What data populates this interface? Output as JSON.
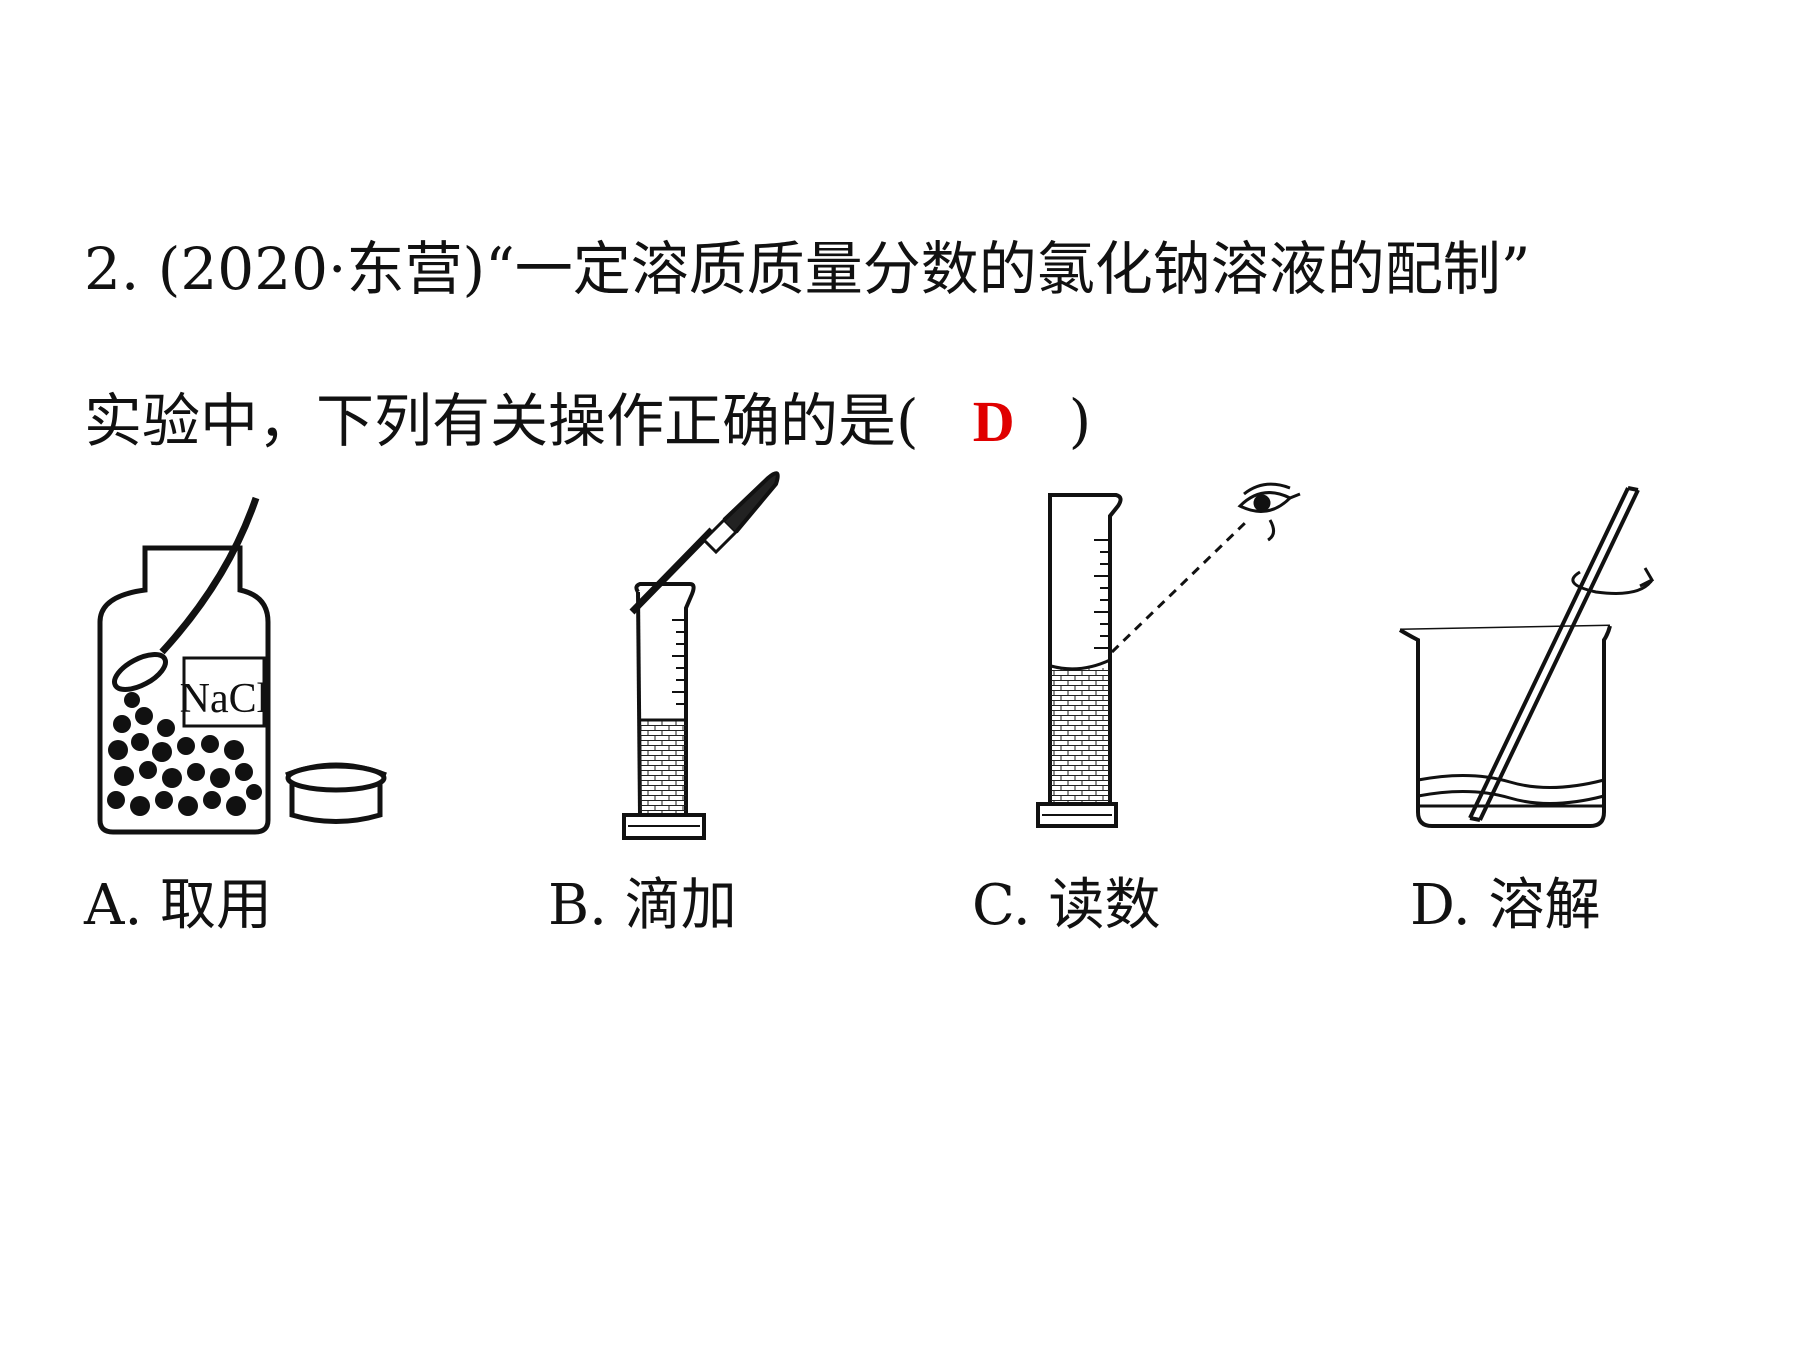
{
  "question": {
    "line1": "2. (2020·东营)“一定溶质质量分数的氯化钠溶液的配制”",
    "line2_text": "实验中，下列有关操作正确的是(",
    "answer": "D",
    "line2_close": ")"
  },
  "options": [
    {
      "label": "A. 取用",
      "jar_label": "NaCl"
    },
    {
      "label": "B. 滴加"
    },
    {
      "label": "C. 读数"
    },
    {
      "label": "D. 溶解"
    }
  ],
  "colors": {
    "answer": "#e00000",
    "ink": "#111111"
  }
}
